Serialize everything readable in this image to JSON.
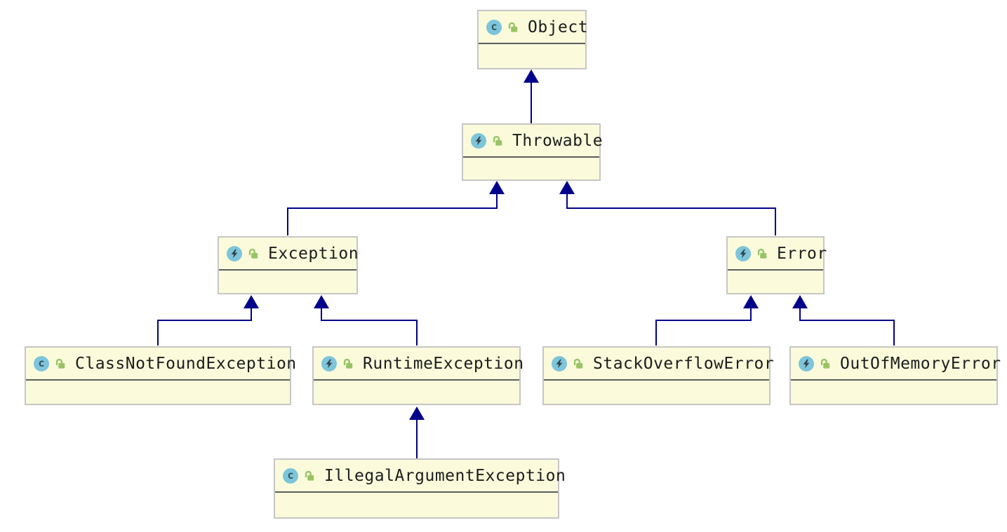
{
  "diagram_type": "uml-class-inheritance-diagram",
  "colors": {
    "node_fill": "#fbfbdc",
    "node_border": "#c6c6c6",
    "title_separator": "#5c5c5c",
    "edge": "#00008b",
    "class_icon_circle": "#7cc5da",
    "icon_glyph_dark": "#35525c",
    "lock_icon_green": "#97c465",
    "label_text": "#1c1c1c"
  },
  "icons": {
    "class_letter": "c",
    "exception_class_glyph": "lightning-bolt",
    "visibility_glyph": "open-lock"
  },
  "nodes": {
    "object": {
      "label": "Object",
      "icon": "class"
    },
    "throwable": {
      "label": "Throwable",
      "icon": "exception-class"
    },
    "exception": {
      "label": "Exception",
      "icon": "exception-class"
    },
    "error": {
      "label": "Error",
      "icon": "exception-class"
    },
    "class_not_found_exception": {
      "label": "ClassNotFoundException",
      "icon": "class"
    },
    "runtime_exception": {
      "label": "RuntimeException",
      "icon": "exception-class"
    },
    "stack_overflow_error": {
      "label": "StackOverflowError",
      "icon": "exception-class"
    },
    "out_of_memory_error": {
      "label": "OutOfMemoryError",
      "icon": "exception-class"
    },
    "illegal_argument_exception": {
      "label": "IllegalArgumentException",
      "icon": "class"
    }
  },
  "edges": [
    {
      "from": "Throwable",
      "to": "Object",
      "relation": "extends"
    },
    {
      "from": "Exception",
      "to": "Throwable",
      "relation": "extends"
    },
    {
      "from": "Error",
      "to": "Throwable",
      "relation": "extends"
    },
    {
      "from": "ClassNotFoundException",
      "to": "Exception",
      "relation": "extends"
    },
    {
      "from": "RuntimeException",
      "to": "Exception",
      "relation": "extends"
    },
    {
      "from": "StackOverflowError",
      "to": "Error",
      "relation": "extends"
    },
    {
      "from": "OutOfMemoryError",
      "to": "Error",
      "relation": "extends"
    },
    {
      "from": "IllegalArgumentException",
      "to": "RuntimeException",
      "relation": "extends"
    }
  ]
}
